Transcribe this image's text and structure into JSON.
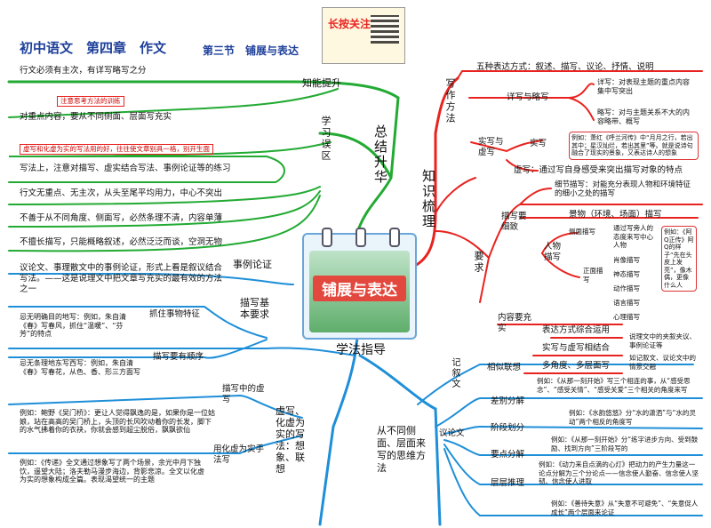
{
  "header": {
    "title": "初中语文　第四章　作文",
    "section": "第三节　铺展与表达",
    "qr_caption": "长按关注"
  },
  "center": {
    "title": "铺展与表达"
  },
  "colors": {
    "green": "#22aa33",
    "red": "#e8231f",
    "blue": "#1e8fd8",
    "orange": "#f07b15"
  },
  "left_top": {
    "branch": "总结升华",
    "sub1": "知能提升",
    "sub2": "学习误区",
    "items": [
      "行文必须有主次，有详写略写之分",
      "注意思考方法的训练",
      "对重点内容，要从不同侧面、层面写充实",
      "虚写和化虚为实的写法用的好，往往使文章别具一格，别开生面",
      "写法上，注意对描写、虚实结合写法、事例论证等的练习",
      "行文无重点、无主次，从头至尾平均用力，中心不突出",
      "不善于从不同角度、侧面写，必然条理不清，内容单薄",
      "不擅长描写，只能概略叙述，必然泛泛而谈，空洞无物"
    ]
  },
  "left_bottom": {
    "branch": "学法指导",
    "example_title": "事例论证",
    "example_text": "议论文、事理散文中的事例论证，形式上看是叙议结合写法。——这是说理文中把文章写充实的最有效的方法之一",
    "desc_basic": "描写基本要求",
    "feature": "抓住事物特征",
    "feature_text": "忌无明确目的地写：例如，朱自清《春》写春风，抓住“温暖”、“芬芳”的特点",
    "order": "描写要有顺序",
    "order_text": "忌无条理地东写西写：例如，朱自清《春》写春花，从色、香、形三方面写",
    "virtual_branch": "虚写、化虚为实的写法：想象、联想",
    "virtual": "描写中的虚写",
    "virtual_text": "例如：鲍野《吴门桥》：更让人觉得飘逸的是，如果你是一位姑娘，站在高高的吴门桥上，头顶的长风吹动着你的长发，脚下的水气拂着你的衣袂，你就会感到超尘脱俗，飘飘欲仙",
    "real": "用化虚为实手法写",
    "real_text": "例如：《传递》全文通过想象写了两个场景，余光中月下独饮，遥望大陆；洛夫勒马漫步海边，背影悲凉。全文以化虚为实的想象构成全篇。表现渴望统一的主题"
  },
  "right_top": {
    "branch": "知识梳理",
    "write_method": "写作方法",
    "five": "五种表达方式：叙述、描写、议论、抒情、说明",
    "detail": "详写与略写",
    "detail_1": "详写：对表现主题的重点内容集中写突出",
    "detail_2": "略写：对与主题关系不大的内容略带、概写",
    "real_virtual": "实写与虚写",
    "real": "实写",
    "real_text": "例如：萧红《呼兰河传》中“月月之行，若出其中；星汉灿烂，若出其里”等。就是说诗句融合了现实的景象，又表达诗人的想象",
    "virtual": "虚写：通过写自身感受来突出描写对象的特点",
    "require": "要求",
    "desc_fine": "描写要细致",
    "detail_desc": "细节描写：对能充分表现人物和环境特征的细小之处的描写",
    "scene": "景物（环境、场面）描写",
    "person": "人物描写",
    "side": "侧面描写",
    "side_text": "通过写旁人的态度来写中心人物",
    "front": "正面描写",
    "front_items": [
      "肖像描写",
      "神态描写",
      "动作描写",
      "语言描写",
      "心理描写"
    ],
    "front_note": "例如：《阿Q正传》阿Q的样子“先在头皮上发亮”，像木偶，更像什么人",
    "content": "内容要充实",
    "c1": "表达方式综合运用",
    "c2": "实写与虚写相结合",
    "c3": "多角度、多层面写",
    "c_note1": "说理文中的夹叙夹议、事例论证等",
    "c_note2": "如记叙文、议论文中的情景交融"
  },
  "right_bottom": {
    "branch": "从不同侧面、层面来写的思维方法",
    "narr": "记叙文",
    "arg": "议论文",
    "similar": "相似联想",
    "similar_text": "例如：《从那一刻开始》写三个相连的事，从“感受思念”、“感受关情”、“感受关爱”三个相关的角度来写",
    "split": "差别分解",
    "split_text": "例如：《水韵悠悠》分“水的潇洒”与“水的灵动”两个相反的角度写",
    "stage": "阶段划分",
    "stage_text": "例如：《从那一刻开始》分“练字进步方向、受到鼓励、找到方向”三阶段写的",
    "key": "要点分解",
    "key_text": "例如：《动力来自点滴的心灯》把动力的产生力量这一论点分解为三个分论点——信念使人勤奋、信念使人坚韧、信念使人进取",
    "layer": "层层推理",
    "layer_text": "例如：《善待失意》从“失意不可避免”、“失意促人成长”两个层面来论证"
  }
}
